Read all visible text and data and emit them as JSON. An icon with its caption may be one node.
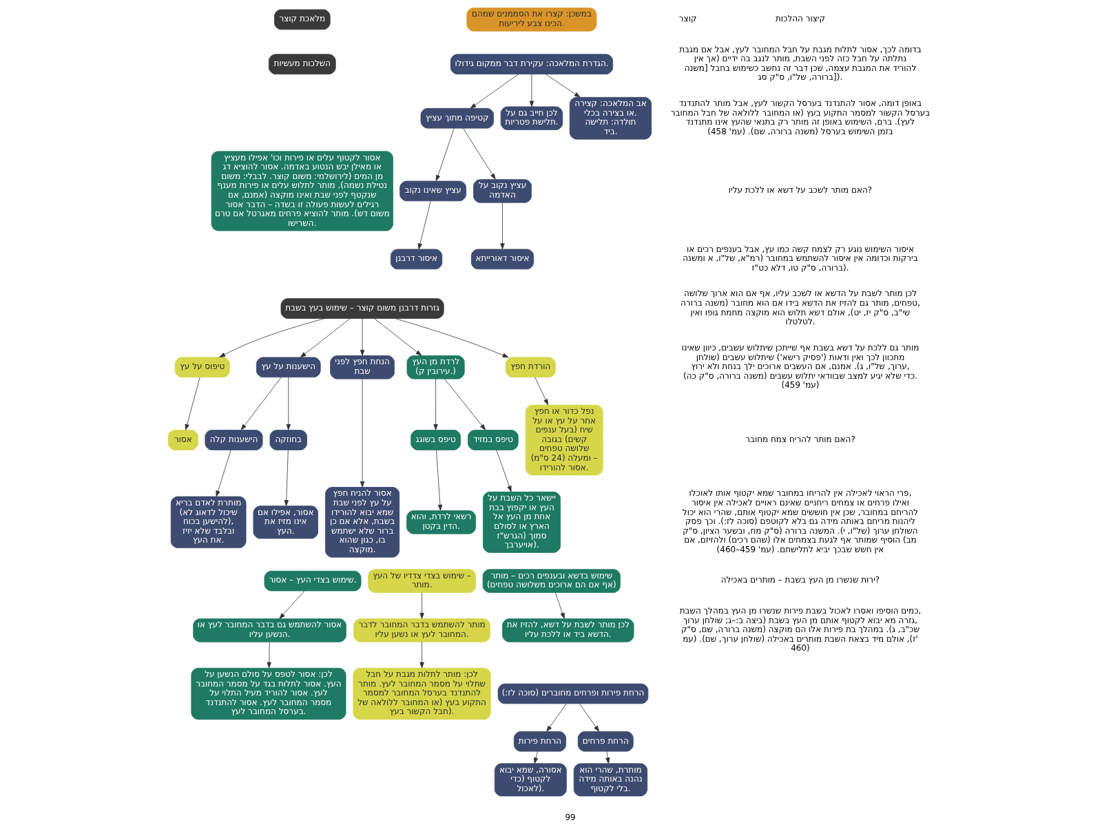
{
  "diagram": {
    "nodes": [
      {
        "text": [
          "במשכן: קצרו את הסממנים שמהם הכינו צבע ליריעות."
        ]
      },
      {
        "text": [
          "מלאכת קוצר"
        ]
      },
      {
        "text": [
          "הגדרת המלאכה: עקירת דבר ממקום גידולו."
        ]
      },
      {
        "text": [
          "אב המלאכה: קצירה או בצירה בכלי. תולדה: תלישה ביד."
        ]
      },
      {
        "text": [
          "לכן חייב גם על תלישת פטריות."
        ]
      },
      {
        "text": [
          "קטיפה מתוך עציץ"
        ]
      },
      {
        "text": [
          "עציץ נקוב על האדמה"
        ]
      },
      {
        "text": [
          "עציץ שאינו נקוב"
        ]
      },
      {
        "text": [
          "איסור דאורייתא"
        ]
      },
      {
        "text": [
          "איסור דרבנן"
        ]
      },
      {
        "text": [
          "השלכות מעשיות"
        ]
      },
      {
        "text": [
          "אסור לקטוף עלים או פירות וכו' אפילו מעציץ או מאילן יבש הנטוע באדמה. אסור להוציא דג מן המים (לירושלמי: משום קוצר. לבבלי: משום נטילת נשמה). מותר לתלוש עלים או פירות מענף שנקטף לפני שבת ואינו מוקצה (אמנם, אם רגילים לעשות פעולה זו בשדה – הדבר אסור משום דש). מותר להוציא פרחים מאגרטל אם טרם השרישו."
        ]
      },
      {
        "text": [
          "גזרות דרבנן משום קוצר – שימוש בעץ בשבת"
        ]
      },
      {
        "text": [
          "טיפוס על עץ"
        ]
      },
      {
        "text": [
          "אסור"
        ]
      },
      {
        "text": [
          "הישענות על עץ"
        ]
      },
      {
        "text": [
          "בחוזקה"
        ]
      },
      {
        "text": [
          "הישענות קלה"
        ]
      },
      {
        "text": [
          "אסור, אפילו אם אינו מזיז את העץ."
        ]
      },
      {
        "text": [
          "מותרת לאדם בריא (שיכול לדאוג לא להישען בכוח), ובלבד שלא יזיז את העץ."
        ]
      },
      {
        "text": [
          "לרדת מן העץ (עירובין ק.)"
        ]
      },
      {
        "text": [
          "טיפס בשוגג"
        ]
      },
      {
        "text": [
          "טיפס במזיד"
        ]
      },
      {
        "text": [
          "רשאי לרדת, והוא הדין בקטן."
        ]
      },
      {
        "text": [
          "יישאר כל השבת על העץ או יקפוץ בבת אחת מן העץ אל הארץ או לסולם סמוך (הגרש\"ז אויערבך)."
        ]
      },
      {
        "text": [
          "הורדת חפץ"
        ]
      },
      {
        "text": [
          "נפל כדור או חפץ אחר על עץ או על שיח (בעל ענפים קשים) בגובה שלושה טפחים ומעלה (24 ס\"מ) – אסור להורידו."
        ]
      },
      {
        "text": [
          "הנחת חפץ לפני שבת"
        ]
      },
      {
        "text": [
          "אסור להניח חפץ על עץ לפני שבת שמא יבוא להורידו בשבת, אלא אם כן ברור שלא ישתמש בו, כגון שהוא מוקצה."
        ]
      },
      {
        "text": [
          "שימוש בצדי העץ – אסור."
        ]
      },
      {
        "text": [
          "אסור להשתמש גם בדבר המחובר לעץ או הנשען עליו."
        ]
      },
      {
        "text": [
          "לכן: אסור לטפס על סולם הנשען על העץ. אסור לתלות בגד על מסמר המחובר לעץ. אסור להוריד מעיל התלוי על מסמר המחובר לעץ. אסור להתנדנד בערסל המחובר לעץ."
        ]
      },
      {
        "text": [
          "שימוש בצדי צדדיו של העץ – מותר."
        ]
      },
      {
        "text": [
          "מותר להשתמש בדבר המחובר לדבר המחובר לעץ או נשען עליו."
        ]
      },
      {
        "text": [
          "לכן: מותר לתלות מגבת על חבל שתלוי על מסמר המחובר לעץ. מותר להתנדנד בערסל המחובר למסמר התקוע בעץ (או המחובר ללולאה של חבל הקשור בעץ)."
        ]
      },
      {
        "text": [
          "שימוש בדשא ובענפים רכים – מותר",
          "(אף אם הם ארוכים משלושה טפחים)"
        ]
      },
      {
        "text": [
          "לכן מותר לשבת על דשא, להזיז את הדשא ביד או ללכת עליו."
        ]
      },
      {
        "text": [
          "הרחת פירות ופרחים מחוברים (סוכה לז:)"
        ]
      },
      {
        "text": [
          "הרחת פירות"
        ]
      },
      {
        "text": [
          "הרחת פרחים"
        ]
      },
      {
        "text": [
          "אסורה, שמא יבוא לקטוף (כדי לאכול)."
        ]
      },
      {
        "text": [
          "מותרת, שהרי הוא נהנה באותה מידה בלי לקטוף."
        ]
      }
    ],
    "edges": [
      {
        "from": 2,
        "to": 3,
        "arrow": "to"
      },
      {
        "from": 2,
        "to": 4,
        "arrow": "to"
      },
      {
        "from": 2,
        "to": 5,
        "arrow": "to"
      },
      {
        "from": 5,
        "to": 6,
        "arrow": "to"
      },
      {
        "from": 5,
        "to": 7,
        "arrow": "to"
      },
      {
        "from": 6,
        "to": 8,
        "arrow": "to"
      },
      {
        "from": 7,
        "to": 9,
        "arrow": "to"
      },
      {
        "from": 12,
        "to": 13,
        "arrow": "to"
      },
      {
        "from": 12,
        "to": 15,
        "arrow": "to"
      },
      {
        "from": 12,
        "to": 20,
        "arrow": "to"
      },
      {
        "from": 12,
        "to": 25,
        "arrow": "to"
      },
      {
        "from": 12,
        "to": 27,
        "arrow": "to"
      },
      {
        "from": 13,
        "to": 14,
        "arrow": "to"
      },
      {
        "from": 15,
        "to": 16,
        "arrow": "to"
      },
      {
        "from": 15,
        "to": 17,
        "arrow": "to"
      },
      {
        "from": 16,
        "to": 18,
        "arrow": "to"
      },
      {
        "from": 17,
        "to": 19,
        "arrow": "to"
      },
      {
        "from": 20,
        "to": 21,
        "arrow": "to"
      },
      {
        "from": 20,
        "to": 22,
        "arrow": "to"
      },
      {
        "from": 21,
        "to": 23,
        "arrow": "to"
      },
      {
        "from": 22,
        "to": 24,
        "arrow": "to"
      },
      {
        "from": 25,
        "to": 26,
        "arrow": "to"
      },
      {
        "from": 27,
        "to": 28,
        "arrow": "to"
      },
      {
        "from": 29,
        "to": 30,
        "arrow": "to"
      },
      {
        "from": 30,
        "to": 31,
        "arrow": "to"
      },
      {
        "from": 32,
        "to": 33,
        "arrow": "to"
      },
      {
        "from": 33,
        "to": 34,
        "arrow": "to"
      },
      {
        "from": 35,
        "to": 36,
        "arrow": "to"
      },
      {
        "from": 37,
        "to": 38,
        "arrow": "to"
      },
      {
        "from": 37,
        "to": 39,
        "arrow": "to"
      },
      {
        "from": 38,
        "to": 40,
        "arrow": "to"
      },
      {
        "from": 39,
        "to": 41,
        "arrow": "to"
      }
    ],
    "labels": [
      "קוצר",
      "99",
      "קיצור ההלכות",
      "בדומה לכך, אסור לתלות מגבת על חבל המחובר לעץ, אבל אם מגבת נתלתה על חבל כזה לפני השבת, מותר לנגב בה ידיים (אך אין להוריד את המגבת עצמה, שכן דבר זה נחשב כשימוש בחבל [משנה ברורה, של\"ו, ס\"ק סג]).",
      "באופן דומה, אסור להתנדנד בערסל הקשור לעץ, אבל מותר להתנדנד בערסל הקשור למסמר התקוע בעץ (או המחובר ללולאה של חבל המחובר לעץ). ברם, השימוש באופן זה מותר רק בתנאי שהעץ אינו מתנדנד בזמן השימוש בערסל (משנה ברורה, שם). (עמ' 458)",
      "האם מותר לשכב על דשא או ללכת עליו?",
      "איסור השימוש נוגע רק לצמח קשה כמו עץ, אבל בענפים רכים או בירקות וכדומה אין איסור להשתמש במחובר (רמ\"א, של\"ו, א ומשנה ברורה, ס\"ק טו, דלא כט\"ז).",
      "לכן מותר לשבת על הדשא או לשכב עליו, אף אם הוא ארוך שלושה טפחים, מותר גם להזיז את הדשא בידו אם הוא מחובר (משנה ברורה, שי\"ב, ס\"ק יז, יט), אולם דשא תלוש הוא מוקצה מחמת גופו ואין לטלטלו.",
      "מותר גם ללכת על דשא בשבת אף שייתכן שיתלוש עשבים, כיוון שאינו מתכוון לכך ואין ודאות ('פסיק רישא') שיתלוש עשבים (שולחן ערוך, של\"ו, ג). אמנם, אם העשבים ארוכים ילך בנחת ולא ירוץ, כדי שלא יגיע למצב שבוודאי יתלוש עשבים (משנה ברורה, ס\"ק כה). (עמ' 459)",
      "האם מותר להריח צמח מחובר?",
      "פרי הראוי לאכילה אין להריחו במחובר שמא יקטוף אותו לאוכלו, ואילו פרחים או צמחים ריחניים שאינם ראויים לאכילה אין איסור להריחם במחובר, שכן אין חוששים שמא יקטוף אותם, שהרי הוא יכול ליהנות מריחם באותה מידה גם בלא לקוטפם (סוכה לז:). וכך פסק השולחן ערוך (של\"ו, י). המשנה ברורה (ס\"ק מח, ובשער הציון, ס\"ק מב) הוסיף שמותר אף לגעת בצמחים אלו (שהם רכים) ולהזיזם, אם אין חשש שבכך יביא לתלישתם. (עמ' 459–460)",
      "ירות שנשרו מן העץ בשבת – מותרים באכילה?",
      "כמים הוסיפו ואסרו לאכול בשבת פירות שנשרו מן העץ במהלך השבת, גזרה מא יבוא לקטוף אותם מן העץ בשבת (ביצה ב:–ג; שולחן ערוך, שכ\"ב, ג). במהלך בת פירות אלו הם מוקצה (משנה ברורה, שם, ס\"ק ז), אולם מיד בצאת השבת מותרים באכילה (שולחן ערוך, שם). (עמ' 460)"
    ]
  }
}
